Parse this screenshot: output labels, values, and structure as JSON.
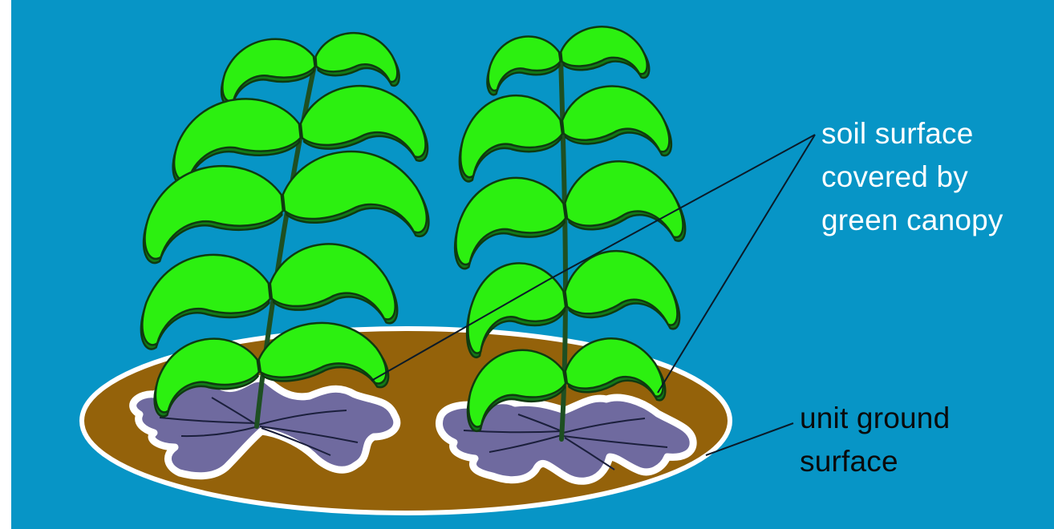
{
  "diagram": {
    "colors": {
      "background": "#0795c6",
      "soil": "#94620a",
      "soil_outline": "#ffffff",
      "shadow": "#6f6a9f",
      "shadow_outline": "#ffffff",
      "leaf": "#2cf010",
      "leaf_outline": "#0f3a10",
      "stem": "#1e4f22",
      "canopy_label_text": "#ffffff",
      "ground_label_text": "#0a0a0a",
      "leader_line": "#0a1a28"
    },
    "labels": {
      "canopy": {
        "line1": "soil surface",
        "line2": "covered by",
        "line3": "green canopy"
      },
      "ground": {
        "line1": "unit ground",
        "line2": "surface"
      }
    }
  }
}
